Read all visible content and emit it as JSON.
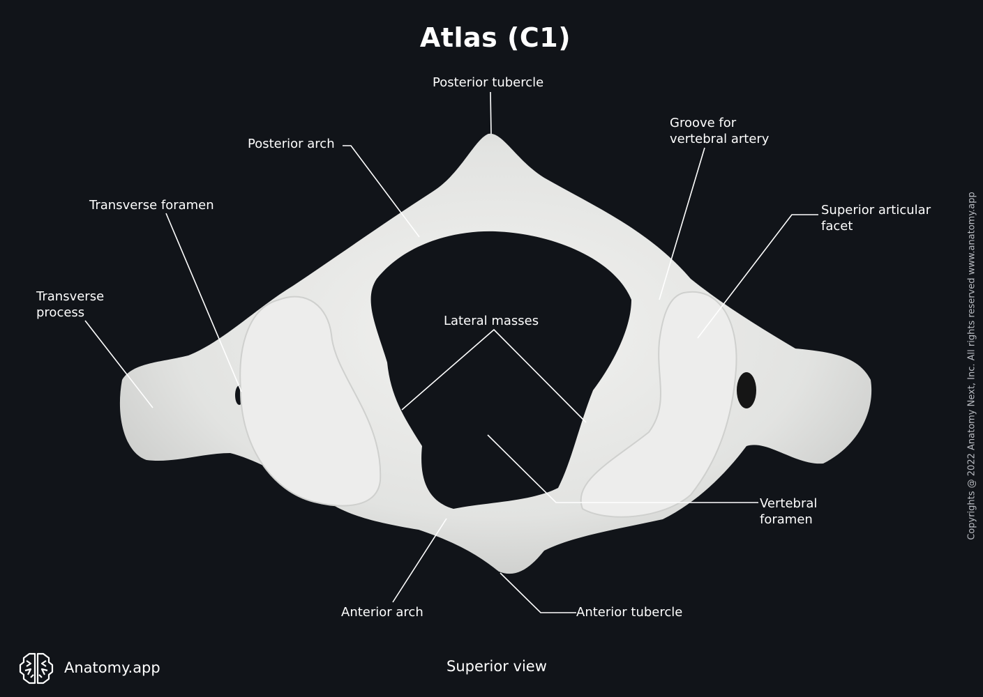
{
  "title": "Atlas (C1)",
  "view": "Superior view",
  "brand": {
    "name": "Anatomy.app",
    "icon": "brain-icon"
  },
  "copyright": "Copyrights @ 2022 Anatomy Next, Inc. All rights reserved www.anatomy.app",
  "colors": {
    "background": "#111419",
    "bone": "#e6e7e6",
    "text": "#ffffff",
    "leader": "#ffffff"
  },
  "labels": {
    "posterior_tubercle": "Posterior tubercle",
    "posterior_arch": "Posterior arch",
    "groove_vertebral_artery": "Groove for\nvertebral artery",
    "transverse_foramen": "Transverse foramen",
    "superior_articular_facet": "Superior articular\nfacet",
    "transverse_process": "Transverse\nprocess",
    "lateral_masses": "Lateral masses",
    "vertebral_foramen": "Vertebral\nforamen",
    "anterior_arch": "Anterior arch",
    "anterior_tubercle": "Anterior tubercle"
  }
}
